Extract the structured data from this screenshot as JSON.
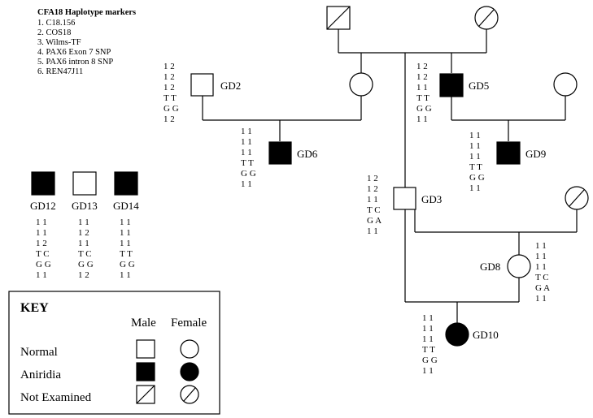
{
  "legend": {
    "title": "CFA18 Haplotype markers",
    "items": [
      "1. C18.156",
      "2. COS18",
      "3. Wilms-TF",
      "4. PAX6 Exon 7 SNP",
      "5. PAX6 intron 8 SNP",
      "6. REN47J11"
    ]
  },
  "key": {
    "title": "KEY",
    "col_male": "Male",
    "col_female": "Female",
    "rows": [
      "Normal",
      "Aniridia",
      "Not Examined"
    ]
  },
  "individuals": {
    "GD2": {
      "label": "GD2",
      "hap": [
        "1 2",
        "1 2",
        "1 2",
        "T T",
        "G G",
        "1 2"
      ]
    },
    "GD5": {
      "label": "GD5",
      "hap": [
        "1 2",
        "1 2",
        "1 1",
        "T T",
        "G G",
        "1 1"
      ]
    },
    "GD6": {
      "label": "GD6",
      "hap": [
        "1 1",
        "1 1",
        "1 1",
        "T T",
        "G G",
        "1 1"
      ]
    },
    "GD9": {
      "label": "GD9",
      "hap": [
        "1 1",
        "1 1",
        "1 1",
        "T T",
        "G G",
        "1 1"
      ]
    },
    "GD3": {
      "label": "GD3",
      "hap": [
        "1 2",
        "1 2",
        "1 1",
        "T C",
        "G A",
        "1 1"
      ]
    },
    "GD8": {
      "label": "GD8",
      "hap": [
        "1 1",
        "1 1",
        "1 1",
        "T C",
        "G A",
        "1 1"
      ]
    },
    "GD10": {
      "label": "GD10",
      "hap": [
        "1 1",
        "1 1",
        "1 1",
        "T T",
        "G G",
        "1 1"
      ]
    },
    "GD12": {
      "label": "GD12",
      "hap": [
        "1 1",
        "1 1",
        "1 2",
        "T C",
        "G G",
        "1 1"
      ]
    },
    "GD13": {
      "label": "GD13",
      "hap": [
        "1 1",
        "1 2",
        "1 1",
        "T C",
        "G G",
        "1 2"
      ]
    },
    "GD14": {
      "label": "GD14",
      "hap": [
        "1 1",
        "1 1",
        "1 1",
        "T T",
        "G G",
        "1 1"
      ]
    }
  }
}
